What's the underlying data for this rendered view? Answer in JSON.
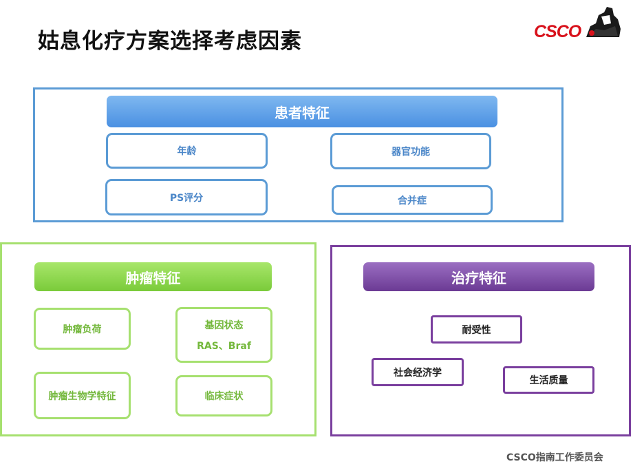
{
  "title": "姑息化疗方案选择考虑因素",
  "logo": {
    "text": "CSCO"
  },
  "patient": {
    "header": "患者特征",
    "age": "年龄",
    "organ": "器官功能",
    "ps": "PS评分",
    "comorbidity": "合并症"
  },
  "tumor": {
    "header": "肿瘤特征",
    "burden": "肿瘤负荷",
    "gene_line1": "基因状态",
    "gene_line2": "RAS、Braf",
    "biology": "肿瘤生物学特征",
    "symptoms": "临床症状"
  },
  "treatment": {
    "header": "治疗特征",
    "tolerance": "耐受性",
    "socioeconomic": "社会经济学",
    "qol": "生活质量"
  },
  "footer": "CSCO指南工作委员会",
  "colors": {
    "blue": "#5b9bd5",
    "green": "#a6e06f",
    "purple": "#7a3f9e",
    "logo_red": "#d8111b"
  }
}
